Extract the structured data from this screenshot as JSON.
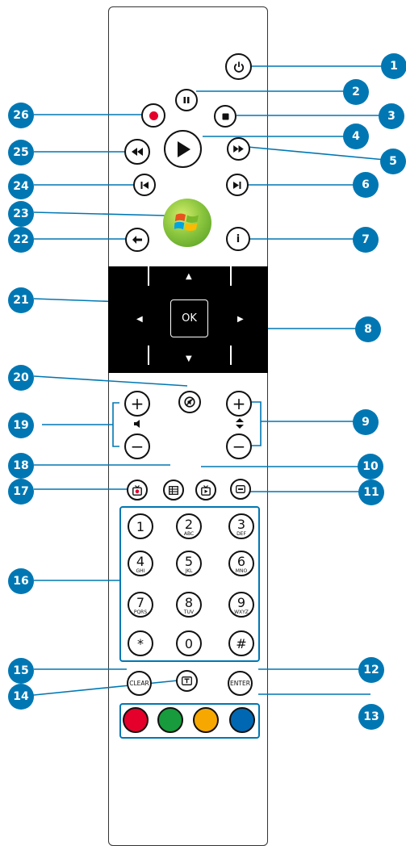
{
  "callouts": {
    "c1": "1",
    "c2": "2",
    "c3": "3",
    "c4": "4",
    "c5": "5",
    "c6": "6",
    "c7": "7",
    "c8": "8",
    "c9": "9",
    "c10": "10",
    "c11": "11",
    "c12": "12",
    "c13": "13",
    "c14": "14",
    "c15": "15",
    "c16": "16",
    "c17": "17",
    "c18": "18",
    "c19": "19",
    "c20": "20",
    "c21": "21",
    "c22": "22",
    "c23": "23",
    "c24": "24",
    "c25": "25",
    "c26": "26"
  },
  "buttons": {
    "info": "i",
    "ok": "OK",
    "clear": "CLEAR",
    "enter": "ENTER"
  },
  "keypad": [
    {
      "main": "1",
      "sub": ""
    },
    {
      "main": "2",
      "sub": "ABC"
    },
    {
      "main": "3",
      "sub": "DEF"
    },
    {
      "main": "4",
      "sub": "GHI"
    },
    {
      "main": "5",
      "sub": "JKL"
    },
    {
      "main": "6",
      "sub": "MNO"
    },
    {
      "main": "7",
      "sub": "PQRS"
    },
    {
      "main": "8",
      "sub": "TUV"
    },
    {
      "main": "9",
      "sub": "WXYZ"
    },
    {
      "main": "*",
      "sub": ""
    },
    {
      "main": "0",
      "sub": ""
    },
    {
      "main": "#",
      "sub": ""
    }
  ],
  "colors": {
    "callout": "#0077b3",
    "leader": "#0077b3",
    "record": "#e4002b",
    "red": "#e4002b",
    "green": "#179b3c",
    "yellow": "#f7a800",
    "blue": "#0068b3"
  }
}
